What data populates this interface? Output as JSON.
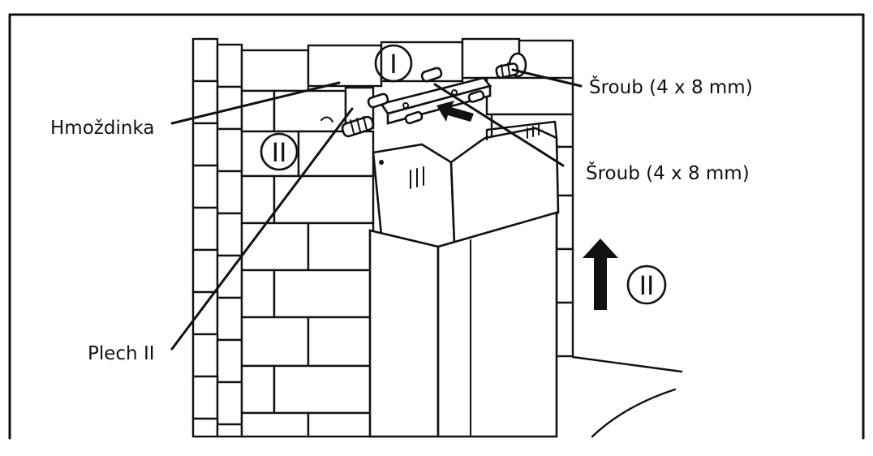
{
  "labels": {
    "anchor": "Hmoždinka",
    "screw_top": "Šroub (4 x 8 mm)",
    "screw_bottom": "Šroub (4 x 8 mm)",
    "sheet": "Plech II"
  },
  "step_marks": {
    "step_one": "I",
    "step_two_left": "II",
    "step_two_right": "II"
  },
  "colors": {
    "line": "#111111",
    "background": "#ffffff"
  }
}
